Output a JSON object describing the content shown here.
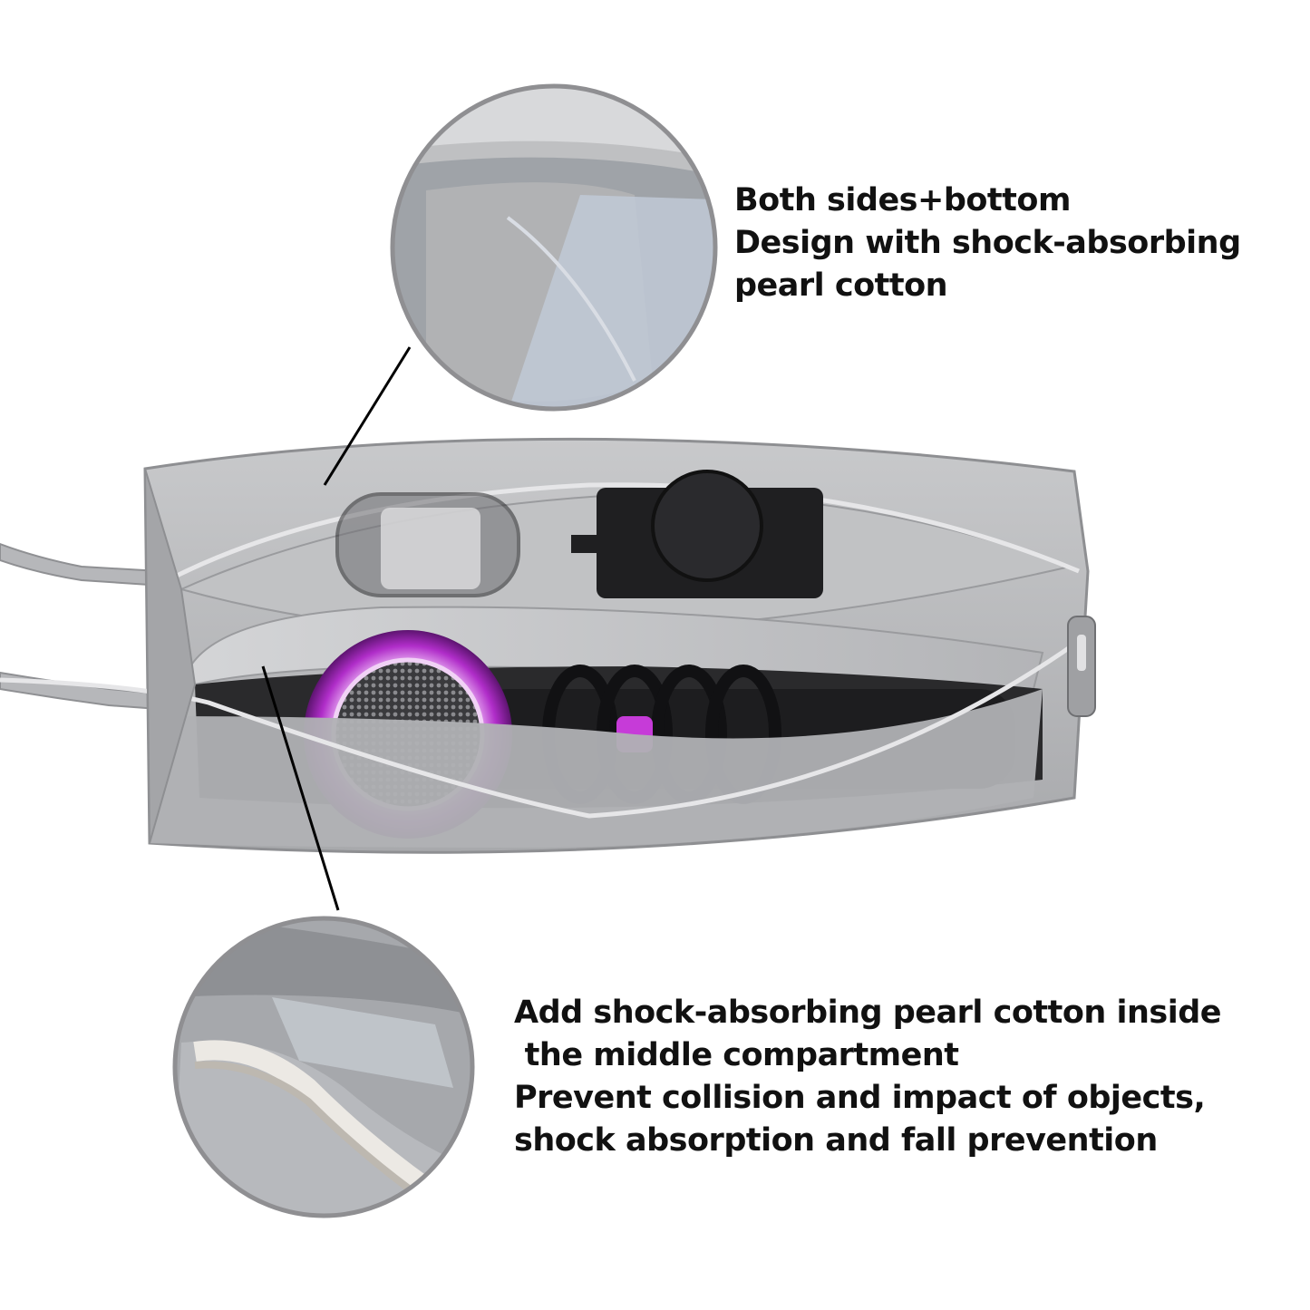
{
  "callouts": {
    "top": {
      "lines": [
        "Both sides+bottom",
        "Design with shock-absorbing",
        "pearl cotton"
      ]
    },
    "bottom": {
      "lines": [
        "Add shock-absorbing pearl cotton inside",
        " the middle compartment",
        "Prevent collision and impact of objects,",
        "shock absorption and fall prevention"
      ]
    }
  },
  "colors": {
    "background": "#ffffff",
    "bag_fabric": "#b9babc",
    "bag_shadow": "#8e8f92",
    "lining": "#c9cacc",
    "dryer_black": "#1d1d1f",
    "dryer_ring": "#c63bd8",
    "text": "#111111"
  }
}
